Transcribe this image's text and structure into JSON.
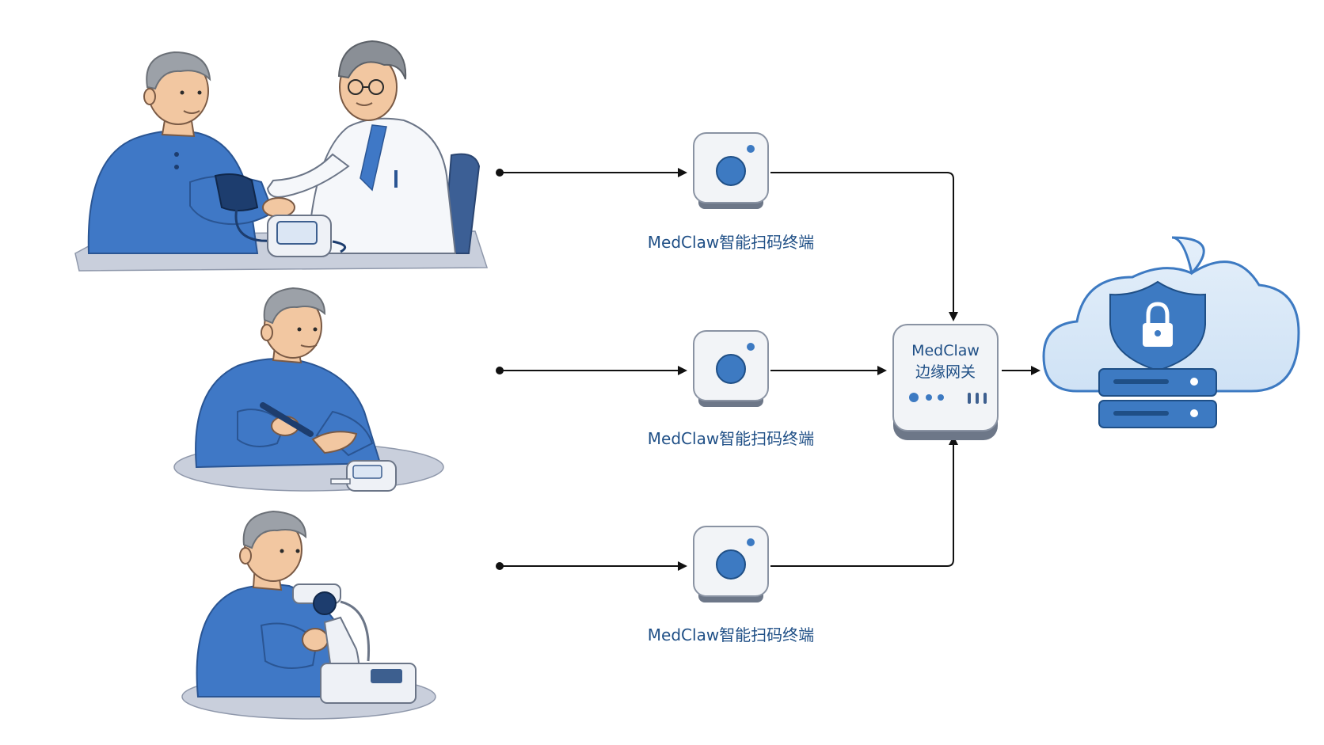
{
  "terminals": [
    {
      "label": "MedClaw智能扫码终端"
    },
    {
      "label": "MedClaw智能扫码终端"
    },
    {
      "label": "MedClaw智能扫码终端"
    }
  ],
  "gateway": {
    "line1": "MedClaw",
    "line2": "边缘网关"
  },
  "icons": {
    "terminal": "camera-scanner-icon",
    "cloud": "cloud-icon",
    "shield": "shield-lock-icon",
    "server": "server-icon"
  },
  "colors": {
    "label": "#1f4f86",
    "shirt": "#3f78c6",
    "line": "#111111",
    "cloud_fill": "#dbe9f7",
    "cloud_stroke": "#3d7ac2",
    "device": "#f2f4f7"
  }
}
